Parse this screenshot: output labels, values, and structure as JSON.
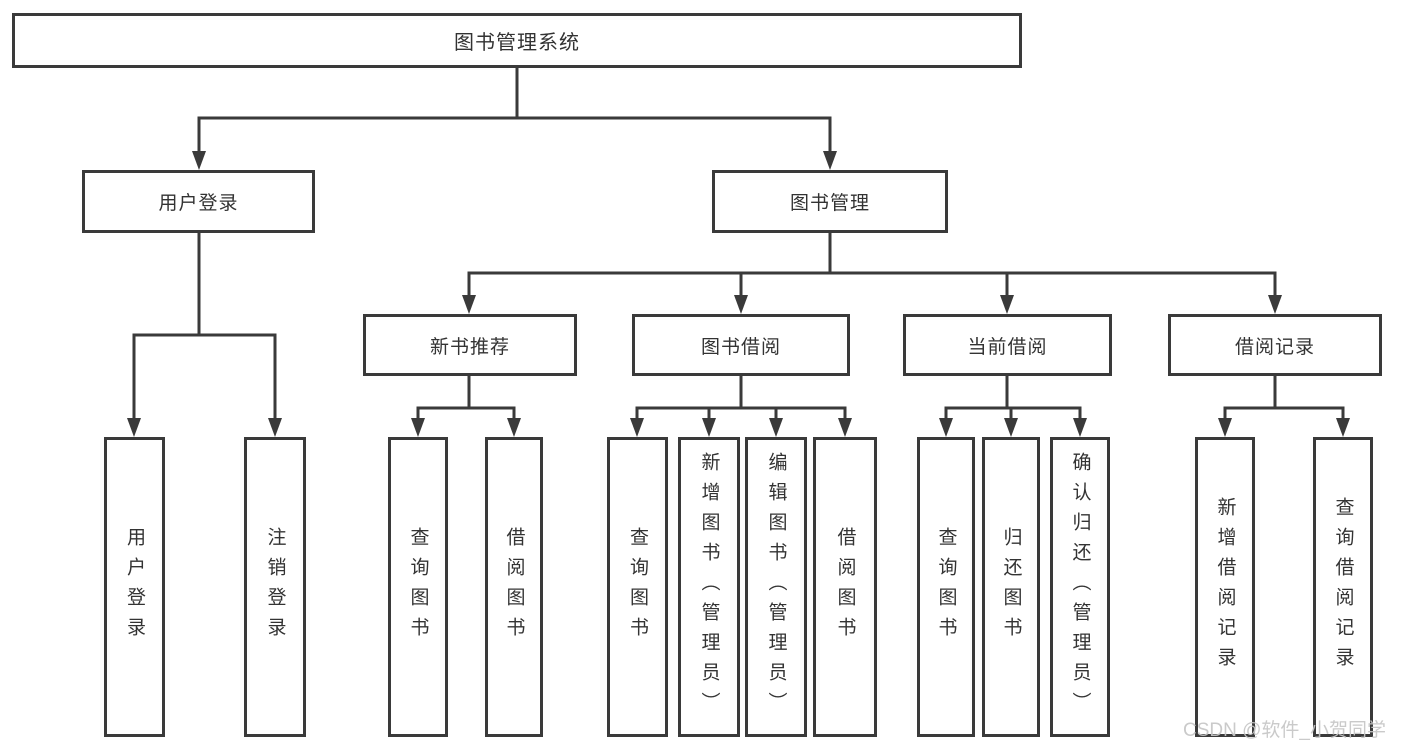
{
  "tree": {
    "root": "图书管理系统",
    "branches": [
      {
        "label": "用户登录",
        "children": [
          "用户登录",
          "注销登录"
        ]
      },
      {
        "label": "图书管理",
        "sections": [
          {
            "label": "新书推荐",
            "children": [
              "查询图书",
              "借阅图书"
            ]
          },
          {
            "label": "图书借阅",
            "children": [
              "查询图书",
              "新增图书（管理员）",
              "编辑图书（管理员）",
              "借阅图书"
            ]
          },
          {
            "label": "当前借阅",
            "children": [
              "查询图书",
              "归还图书",
              "确认归还（管理员）"
            ]
          },
          {
            "label": "借阅记录",
            "children": [
              "新增借阅记录",
              "查询借阅记录"
            ]
          }
        ]
      }
    ]
  },
  "watermark": {
    "text": "CSDN @软件_小贺同学"
  },
  "colors": {
    "line": "#3a3a3a",
    "text": "#333333",
    "background": "#ffffff",
    "watermark": "#c6c6c6"
  }
}
